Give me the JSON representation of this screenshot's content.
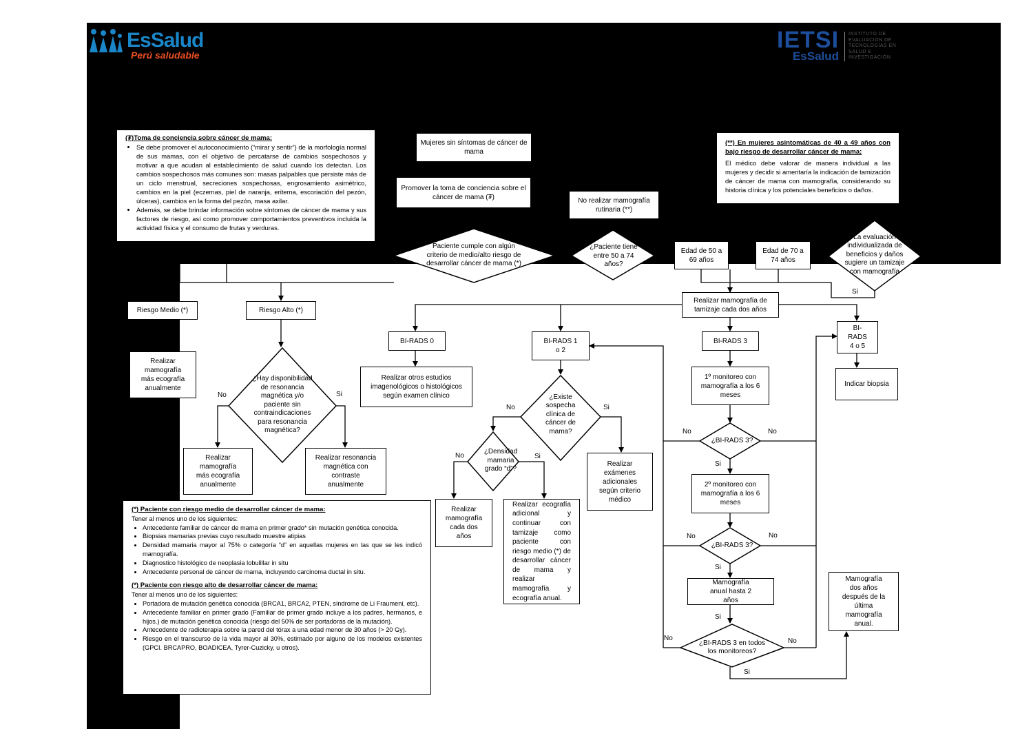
{
  "logos": {
    "essalud_name": "EsSalud",
    "essalud_tagline": "Perú saludable",
    "ietsi_name": "IETSI",
    "ietsi_sub": "EsSalud",
    "ietsi_caption": [
      "INSTITUTO DE",
      "EVALUACIÓN DE",
      "TECNOLOGÍAS EN",
      "SALUD E",
      "INVESTIGACIÓN"
    ]
  },
  "awareness_note": {
    "title": "(₮)Toma de conciencia sobre cáncer de mama:",
    "items": [
      "Se debe promover el autoconocimiento (“mirar y sentir”) de la morfología normal de sus mamas, con el objetivo de percatarse de cambios sospechosos y motivar a que acudan al establecimiento de salud cuando los detectan. Los cambios sospechosos más comunes son: masas palpables que persiste más de un ciclo menstrual, secreciones sospechosas, engrosamiento asimétrico, cambios en la piel (eczemas, piel de naranja, eritema, escoriación del pezón, úlceras), cambios en la forma del pezón, masa axilar.",
      "Además, se debe brindar información sobre síntomas de cáncer de mama y sus factores de riesgo, así como promover comportamientos preventivos incluida la actividad física y el consumo de frutas y verduras."
    ]
  },
  "asymptomatic_note": {
    "title": "(**) En mujeres asintomáticas de 40 a 49 años con bajo riesgo de desarrollar cáncer de mama:",
    "body": "El médico debe valorar de manera individual a las mujeres y decidir si ameritaría la indicación de tamización de cáncer de mama con mamografía, considerando su historia clínica y los potenciales beneficios o daños."
  },
  "risk_notes": {
    "medium_title": "(*) Paciente con riesgo medio de desarrollar cáncer de mama:",
    "medium_intro": "Tener al menos uno de los siguientes:",
    "medium_items": [
      "Antecedente familiar de cáncer de mama en primer grado* sin mutación genética conocida.",
      "Biopsias mamarias previas cuyo resultado muestre atipias",
      "Densidad mamaria mayor al 75% o categoría “d” en aquellas mujeres en las que se les indicó mamografía.",
      "Diagnostico histológico de neoplasia lobulillar in situ",
      "Antecedente personal de cáncer de mama, incluyendo carcinoma ductal in situ."
    ],
    "high_title": "(*) Paciente con riesgo alto de desarrollar cáncer de mama:",
    "high_intro": "Tener al menos uno de los siguientes:",
    "high_items": [
      "Portadora de mutación genética conocida (BRCA1, BRCA2, PTEN, síndrome de Li Fraumeni, etc).",
      "Antecedente familiar en primer grado (Familiar de primer grado incluye a los padres, hermanos, e hijos.) de mutación genética conocida (riesgo del 50% de ser portadoras de la mutación).",
      "Antecedente de radioterapia sobre la pared del tórax a una edad menor de 30 años (> 20 Gy).",
      "Riesgo en el transcurso de la vida mayor al 30%, estimado por alguno de los modelos existentes (GPCI. BRCAPRO, BOADICEA, Tyrer-Cuzicky, u otros)."
    ]
  },
  "nodes": {
    "start": "Mujeres sin síntomas de cáncer de mama",
    "promote": "Promover la toma de conciencia sobre el cáncer de mama (₮)",
    "no_routine": "No realizar mamografía rutinaria (**)",
    "q_risk": "Paciente cumple con algún criterio de medio/alto riesgo de desarrollar cáncer de mama (*)",
    "q_age": "¿Paciente tiene entre 50 a 74 años?",
    "age_50_69": "Edad de 50 a 69 años",
    "age_70_74": "Edad de 70 a 74 años",
    "q_individual": "La evaluación individualizada de beneficios y daños sugiere un tamizaje con mamografía",
    "risk_medium": "Riesgo Medio (*)",
    "risk_high": "Riesgo Alto (*)",
    "mammo_eco_1": "Realizar mamografía más ecografía anualmente",
    "q_mri": "¿Hay disponibilidad de resonancia magnética y/o paciente sin contraindicaciones para resonancia magnética?",
    "mammo_eco_2": "Realizar mamografía más ecografía anualmente",
    "mri": "Realizar resonancia magnética con contraste anualmente",
    "screen_2y": "Realizar mamografía de tamizaje cada dos años",
    "birads0": "BI-RADS 0",
    "birads12": "BI-RADS 1 o 2",
    "birads3": "BI-RADS 3",
    "birads45": "BI-RADS 4 o 5",
    "other_studies": "Realizar otros estudios imagenológicos o histológicos según examen clínico",
    "q_suspicion": "¿Existe sospecha clínica de cáncer de mama?",
    "q_density": "¿Densidad mamaria grado “d”?",
    "mammo_2y": "Realizar mamografía cada dos años",
    "eco_add": "Realizar ecografía adicional y continuar con tamizaje como paciente con riesgo medio (*) de desarrollar cáncer de mama y realizar mamografía y ecografía anual.",
    "exams": "Realizar exámenes adicionales según criterio médico",
    "biopsy": "Indicar biopsia",
    "monitor1": "1º monitoreo con mamografía a los 6 meses",
    "q_b3_1": "¿BI-RADS 3?",
    "monitor2": "2º monitoreo con mamografía a los 6 meses",
    "q_b3_2": "¿BI-RADS 3?",
    "annual_2y": "Mamografía anual hasta 2 años",
    "q_b3_all": "¿BI-RADS 3 en todos los monitoreos?",
    "after_last": "Mamografía dos años después de la última mamografía anual."
  },
  "edge_labels": {
    "yes": "Si",
    "no": "No"
  }
}
